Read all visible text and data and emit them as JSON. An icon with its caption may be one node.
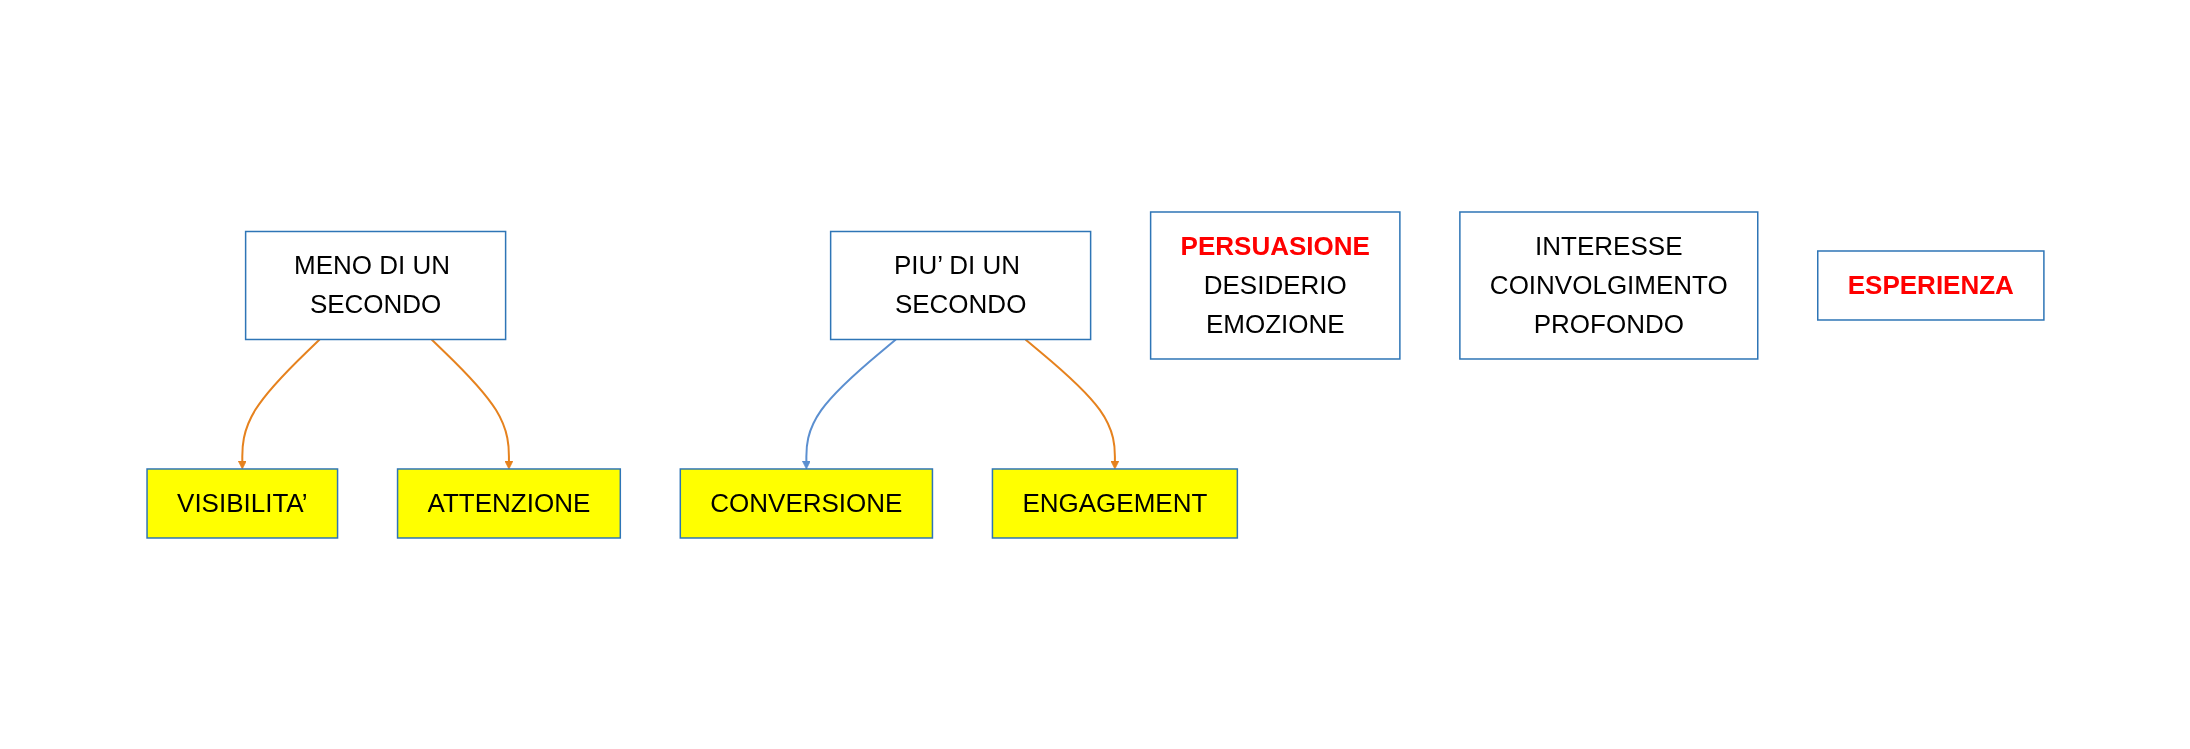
{
  "diagram": {
    "nodes": [
      {
        "text": [
          "MENO DI UN SECONDO"
        ]
      },
      {
        "text": [
          "PIU’ DI UN SECONDO"
        ]
      },
      {
        "text": [
          "VISIBILITA’"
        ]
      },
      {
        "text": [
          "ATTENZIONE"
        ]
      },
      {
        "text": [
          "CONVERSIONE"
        ]
      },
      {
        "text": [
          "ENGAGEMENT"
        ]
      },
      {
        "text": [
          "PERSUASIONE",
          "DESIDERIO",
          "EMOZIONE"
        ]
      },
      {
        "text": [
          "INTERESSE",
          "COINVOLGIMENTO",
          "PROFONDO"
        ]
      },
      {
        "text": [
          "ESPERIENZA"
        ]
      }
    ],
    "edges": [
      {
        "from": 0,
        "to": 2,
        "arrow": "to"
      },
      {
        "from": 0,
        "to": 3,
        "arrow": "to"
      },
      {
        "from": 1,
        "to": 4,
        "arrow": "to",
        "color": "#5b8fd0"
      },
      {
        "from": 1,
        "to": 5,
        "arrow": "to"
      }
    ]
  }
}
